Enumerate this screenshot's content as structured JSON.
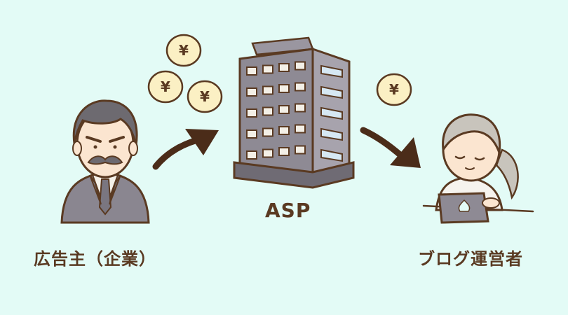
{
  "labels": {
    "advertiser": "広告主（企業）",
    "asp": "ASP",
    "blogger": "ブログ運営者"
  },
  "coin_symbol": "¥",
  "colors": {
    "background": "#e3fbf6",
    "outline": "#5a3a22",
    "coin": "#fbf0c4",
    "building": "#8e8a94",
    "arrow": "#4b2c19"
  }
}
